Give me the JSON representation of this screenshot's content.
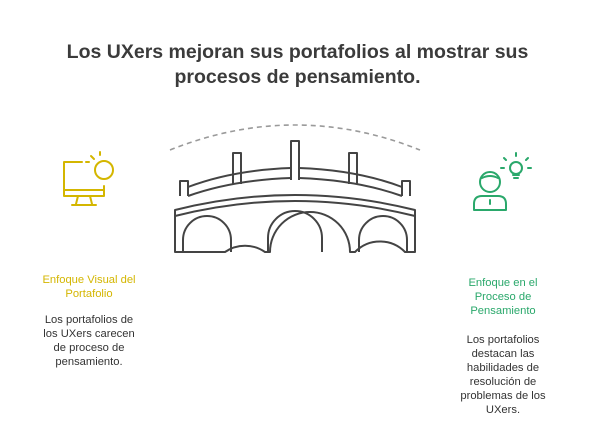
{
  "title": {
    "line1": "Los UXers mejoran sus portafolios al mostrar sus",
    "line2": "procesos de pensamiento."
  },
  "left": {
    "icon": "monitor-visual-icon",
    "heading": [
      "Enfoque Visual del",
      "Portafolio"
    ],
    "body": [
      "Los portafolios de",
      "los UXers carecen",
      "de proceso de",
      "pensamiento."
    ],
    "color": "#d4b600"
  },
  "right": {
    "icon": "person-idea-icon",
    "heading": [
      "Enfoque en el",
      "Proceso de",
      "Pensamiento"
    ],
    "body": [
      "Los portafolios",
      "destacan las",
      "habilidades de",
      "resolución de",
      "problemas de los",
      "UXers."
    ],
    "color": "#2aa86b"
  },
  "center": {
    "icon": "bridge-icon"
  }
}
